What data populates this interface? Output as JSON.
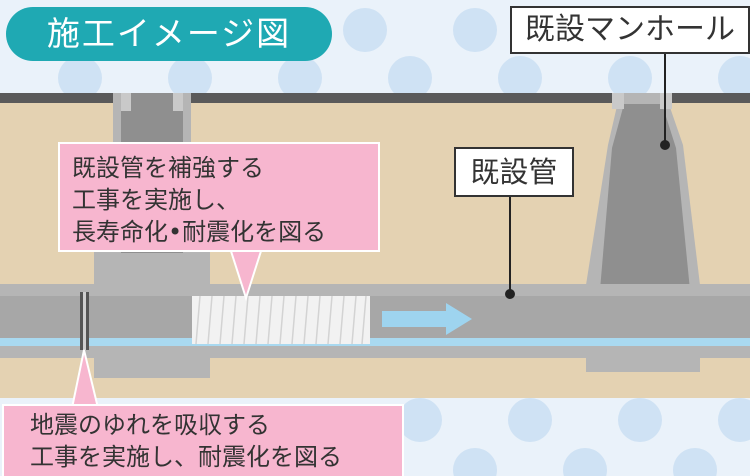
{
  "title": "施工イメージ図",
  "labels": {
    "manhole": "既設マンホール",
    "pipe": "既設管"
  },
  "callouts": {
    "reinforce": [
      "既設管を補強する",
      "工事を実施し、",
      "長寿命化•耐震化を図る"
    ],
    "seismic": [
      "地震のゆれを吸収する",
      "工事を実施し、耐震化を図る"
    ]
  },
  "colors": {
    "title_bg": "#1fa9b3",
    "soil": "#e4d2b2",
    "concrete": "#b5b5b5",
    "pipe": "#a7a7a7",
    "water": "#a9d9f0",
    "arrow": "#9ed4ef",
    "callout": "#f7b6cf",
    "dots": "#cfe2f4"
  }
}
